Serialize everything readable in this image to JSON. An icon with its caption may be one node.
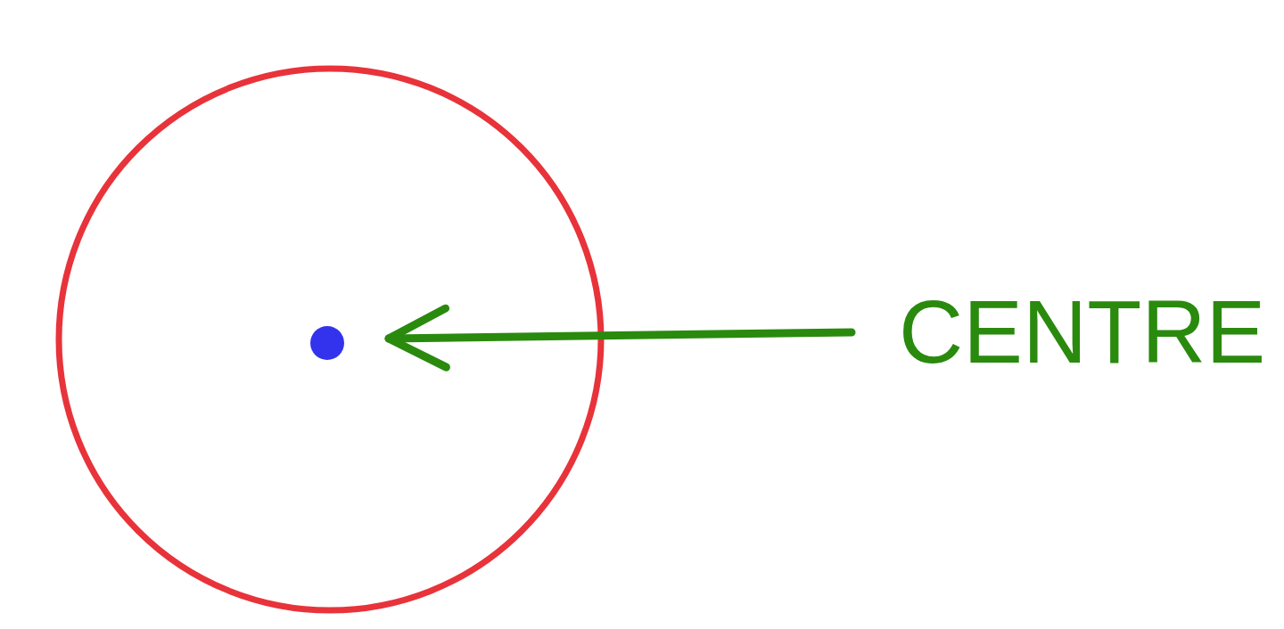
{
  "diagram": {
    "nodes": [
      {
        "text": [
          "CENTRE"
        ]
      },
      {
        "text": [],
        "shape": "circle"
      }
    ],
    "edges": [
      {
        "from": 0,
        "to": 1,
        "arrow": "to"
      }
    ]
  }
}
